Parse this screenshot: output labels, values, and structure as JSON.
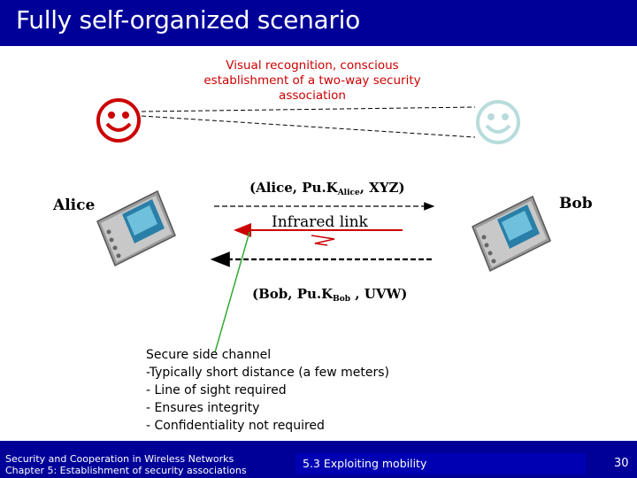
{
  "slide": {
    "title": "Fully self-organized scenario"
  },
  "recognition": {
    "line1": "Visual recognition, conscious",
    "line2": "establishment of a two-way security",
    "line3": "association"
  },
  "parties": {
    "alice": "Alice",
    "bob": "Bob"
  },
  "messages": {
    "alice_msg_pre": "(Alice, Pu.K",
    "alice_msg_sub": "Alice",
    "alice_msg_post": ", XYZ)",
    "bob_msg_pre": "(Bob, Pu.K",
    "bob_msg_sub": "Bob",
    "bob_msg_post": " , UVW)",
    "infrared": "Infrared link"
  },
  "side_channel": {
    "heading": "Secure side channel",
    "items": [
      "-Typically short distance (a few meters)",
      "- Line of sight required",
      "- Ensures integrity",
      "- Confidentiality not required"
    ]
  },
  "footer": {
    "line1": "Security and Cooperation in Wireless Networks",
    "line2": "Chapter 5: Establishment of security associations",
    "section": "5.3 Exploiting mobility",
    "page": "30"
  },
  "colors": {
    "brand": "#000099",
    "recognition_text": "#cc0000",
    "infrared_arrow": "#cc0000",
    "side_channel_line": "#33aa33",
    "alice_smiley": "#cc0000",
    "bob_smiley": "#b8dcdc"
  },
  "icons": [
    "smiley-alice-icon",
    "smiley-bob-icon",
    "pda-alice-icon",
    "pda-bob-icon",
    "lightning-icon"
  ]
}
